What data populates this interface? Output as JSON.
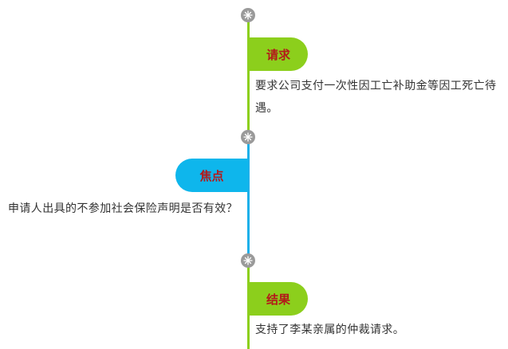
{
  "timeline": {
    "items": [
      {
        "label": "请求",
        "text": "要求公司支付一次性因工亡补助金等因工死亡待遇。",
        "side": "right"
      },
      {
        "label": "焦点",
        "text": "申请人出具的不参加社会保险声明是否有效？",
        "side": "left"
      },
      {
        "label": "结果",
        "text": "支持了李某亲属的仲裁请求。",
        "side": "right"
      }
    ]
  },
  "colors": {
    "green": "#8ccf1c",
    "blue": "#0eb6ec",
    "label_red": "#b3191a",
    "node_gray": "#9a9a9a"
  },
  "icons": {
    "node": "starburst-icon"
  }
}
